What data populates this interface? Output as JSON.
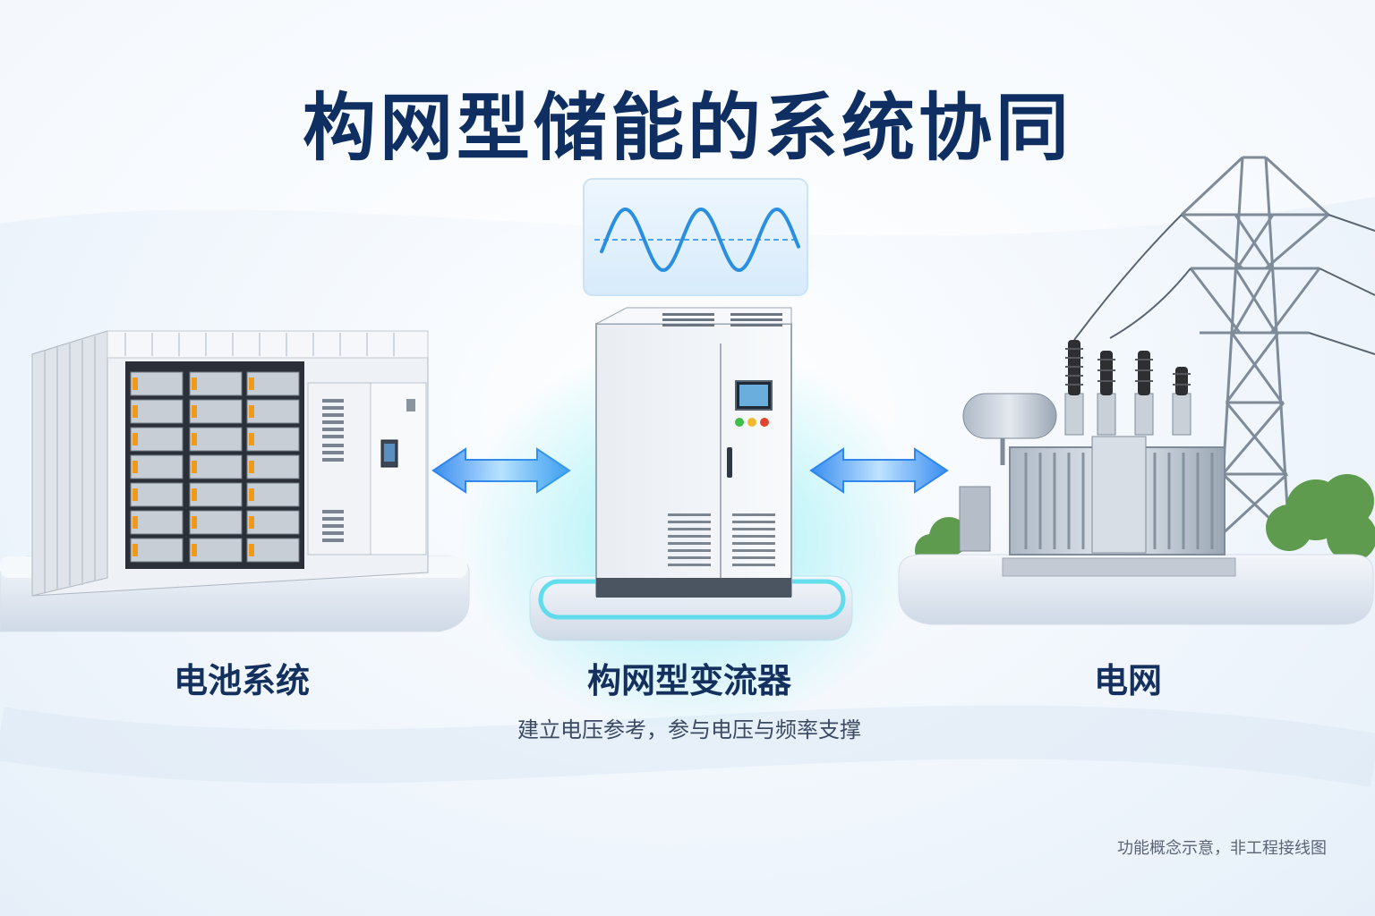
{
  "title": "构网型储能的系统协同",
  "nodes": {
    "battery": {
      "label": "电池系统"
    },
    "converter": {
      "label": "构网型变流器",
      "description": "建立电压参考，参与电压与频率支撑"
    },
    "grid": {
      "label": "电网"
    }
  },
  "footnote": "功能概念示意，非工程接线图",
  "colors": {
    "title": "#0f2f63",
    "arrow": "#2f86ee",
    "glow": "#34d8e8",
    "waveform": "#2a8fe0"
  },
  "icons": [
    "battery-container-icon",
    "grid-forming-converter-cabinet-icon",
    "sine-wave-icon",
    "transformer-icon",
    "transmission-tower-icon",
    "bidirectional-arrow-icon"
  ]
}
